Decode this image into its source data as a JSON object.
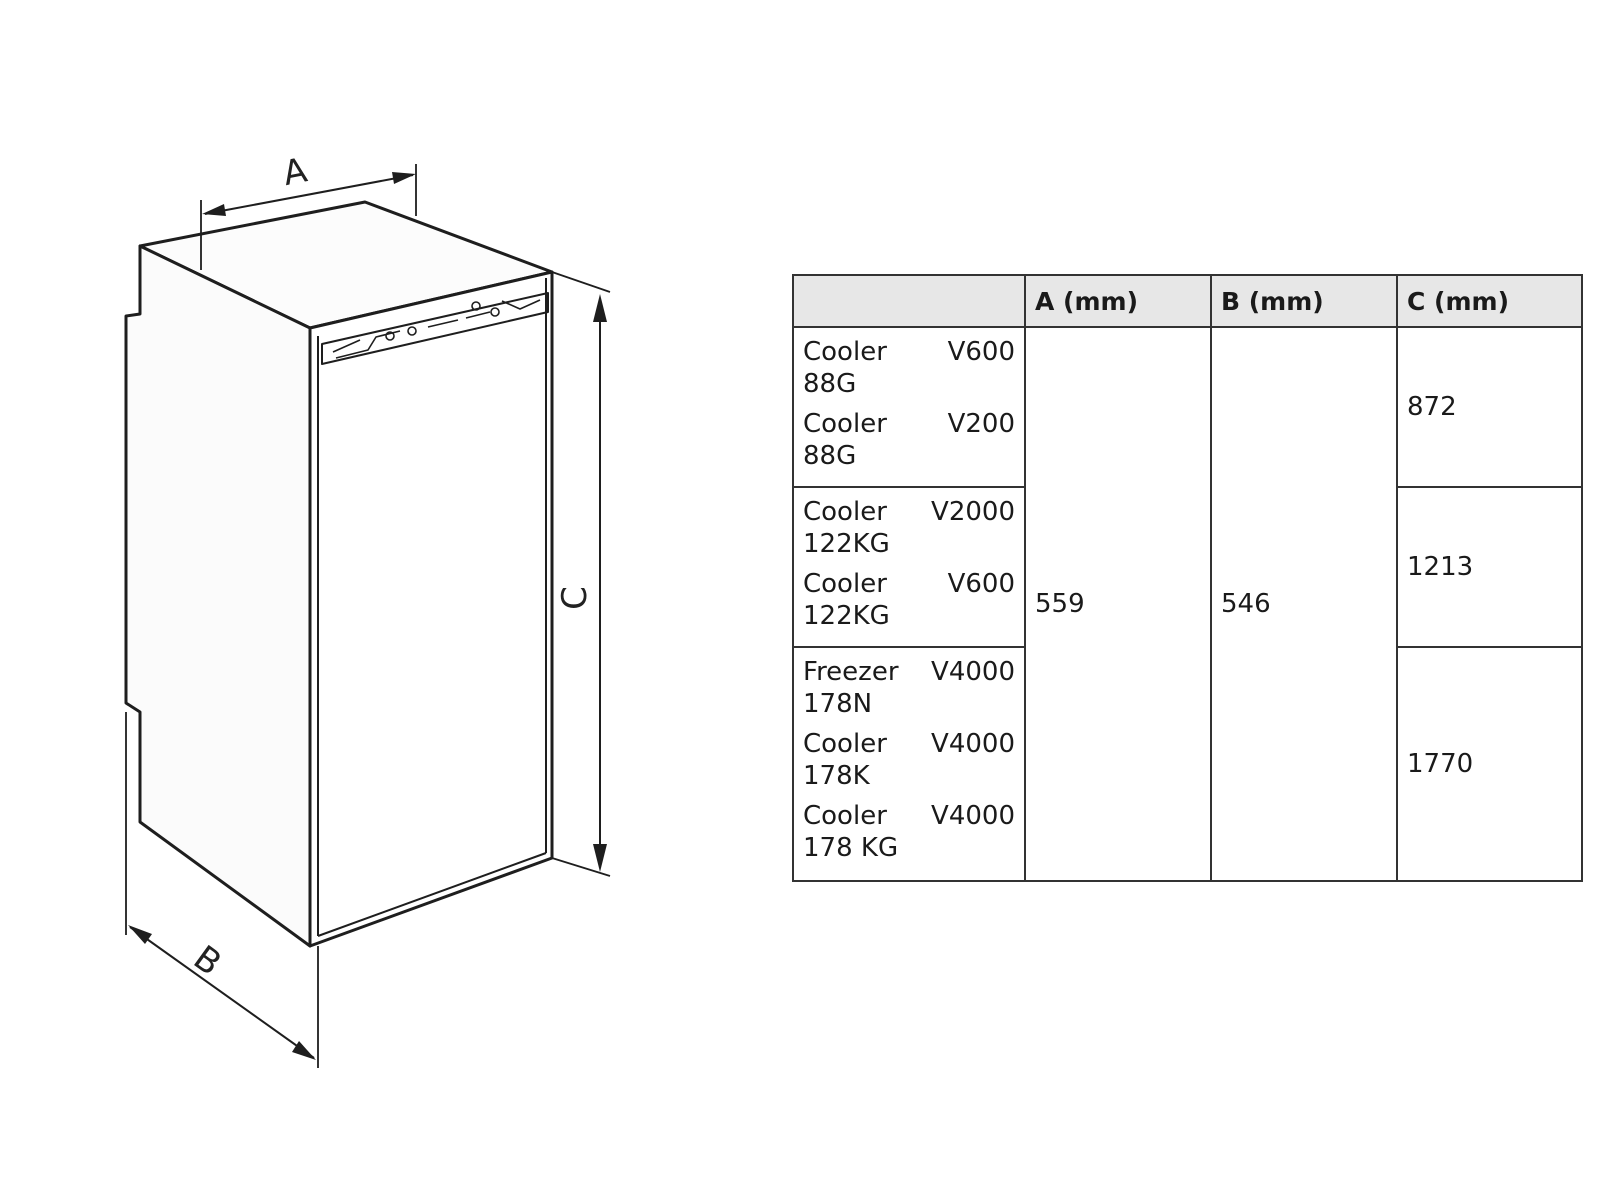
{
  "diagram": {
    "labels": {
      "a": "A",
      "b": "B",
      "c": "C"
    }
  },
  "table": {
    "headers": [
      "",
      "A (mm)",
      "B (mm)",
      "C (mm)"
    ],
    "groups": [
      {
        "models": [
          {
            "name": "Cooler",
            "variant": "V600",
            "code": "88G"
          },
          {
            "name": "Cooler",
            "variant": "V200",
            "code": "88G"
          }
        ],
        "c": "872"
      },
      {
        "models": [
          {
            "name": "Cooler",
            "variant": "V2000",
            "code": "122KG"
          },
          {
            "name": "Cooler",
            "variant": "V600",
            "code": "122KG"
          }
        ],
        "c": "1213"
      },
      {
        "models": [
          {
            "name": "Freezer",
            "variant": "V4000",
            "code": "178N"
          },
          {
            "name": "Cooler",
            "variant": "V4000",
            "code": "178K"
          },
          {
            "name": "Cooler",
            "variant": "V4000",
            "code": "178 KG"
          }
        ],
        "c": "1770"
      }
    ],
    "a": "559",
    "b": "546"
  }
}
